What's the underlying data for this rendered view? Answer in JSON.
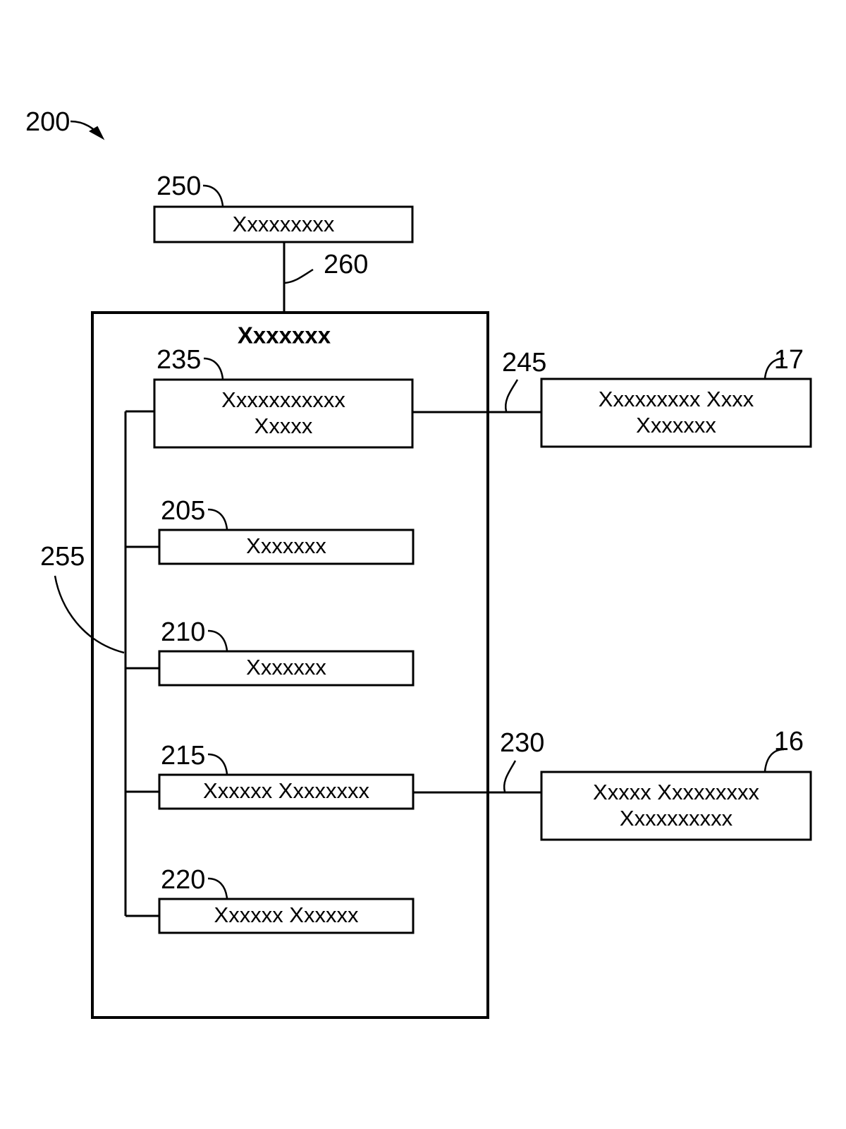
{
  "figure": {
    "figure_ref": "200",
    "outer_container": {
      "ref": "",
      "title": "Xxxxxxx"
    },
    "top_box": {
      "ref": "250",
      "label": "Xxxxxxxxx"
    },
    "connector_top": {
      "ref": "260"
    },
    "internal_bus": {
      "ref": "255"
    },
    "inner_boxes": [
      {
        "ref": "235",
        "line1": "Xxxxxxxxxxx",
        "line2": "Xxxxx"
      },
      {
        "ref": "205",
        "line1": "Xxxxxxx",
        "line2": ""
      },
      {
        "ref": "210",
        "line1": "Xxxxxxx",
        "line2": ""
      },
      {
        "ref": "215",
        "line1": "Xxxxxx Xxxxxxxx",
        "line2": ""
      },
      {
        "ref": "220",
        "line1": "Xxxxxx Xxxxxx",
        "line2": ""
      }
    ],
    "external_boxes": [
      {
        "ref": "17",
        "connector_ref": "245",
        "line1": "Xxxxxxxxx Xxxx",
        "line2": "Xxxxxxx"
      },
      {
        "ref": "16",
        "connector_ref": "230",
        "line1": "Xxxxx Xxxxxxxxx",
        "line2": "Xxxxxxxxxx"
      }
    ]
  },
  "colors": {
    "ink": "#000000",
    "paper": "#ffffff"
  }
}
